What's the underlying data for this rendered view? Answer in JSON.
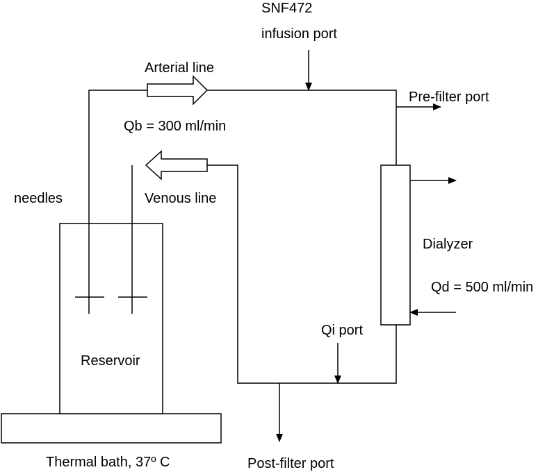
{
  "labels": {
    "snf_line1": "SNF472",
    "snf_line2": "infusion port",
    "arterial_line": "Arterial line",
    "pre_filter_port": "Pre-filter port",
    "qb": "Qb = 300 ml/min",
    "venous_line": "Venous line",
    "needles": "needles",
    "dialyzer": "Dialyzer",
    "qd": "Qd = 500 ml/min",
    "qi_port": "Qi port",
    "reservoir": "Reservoir",
    "thermal_bath": "Thermal bath, 37º C",
    "post_filter_port": "Post-filter port"
  }
}
